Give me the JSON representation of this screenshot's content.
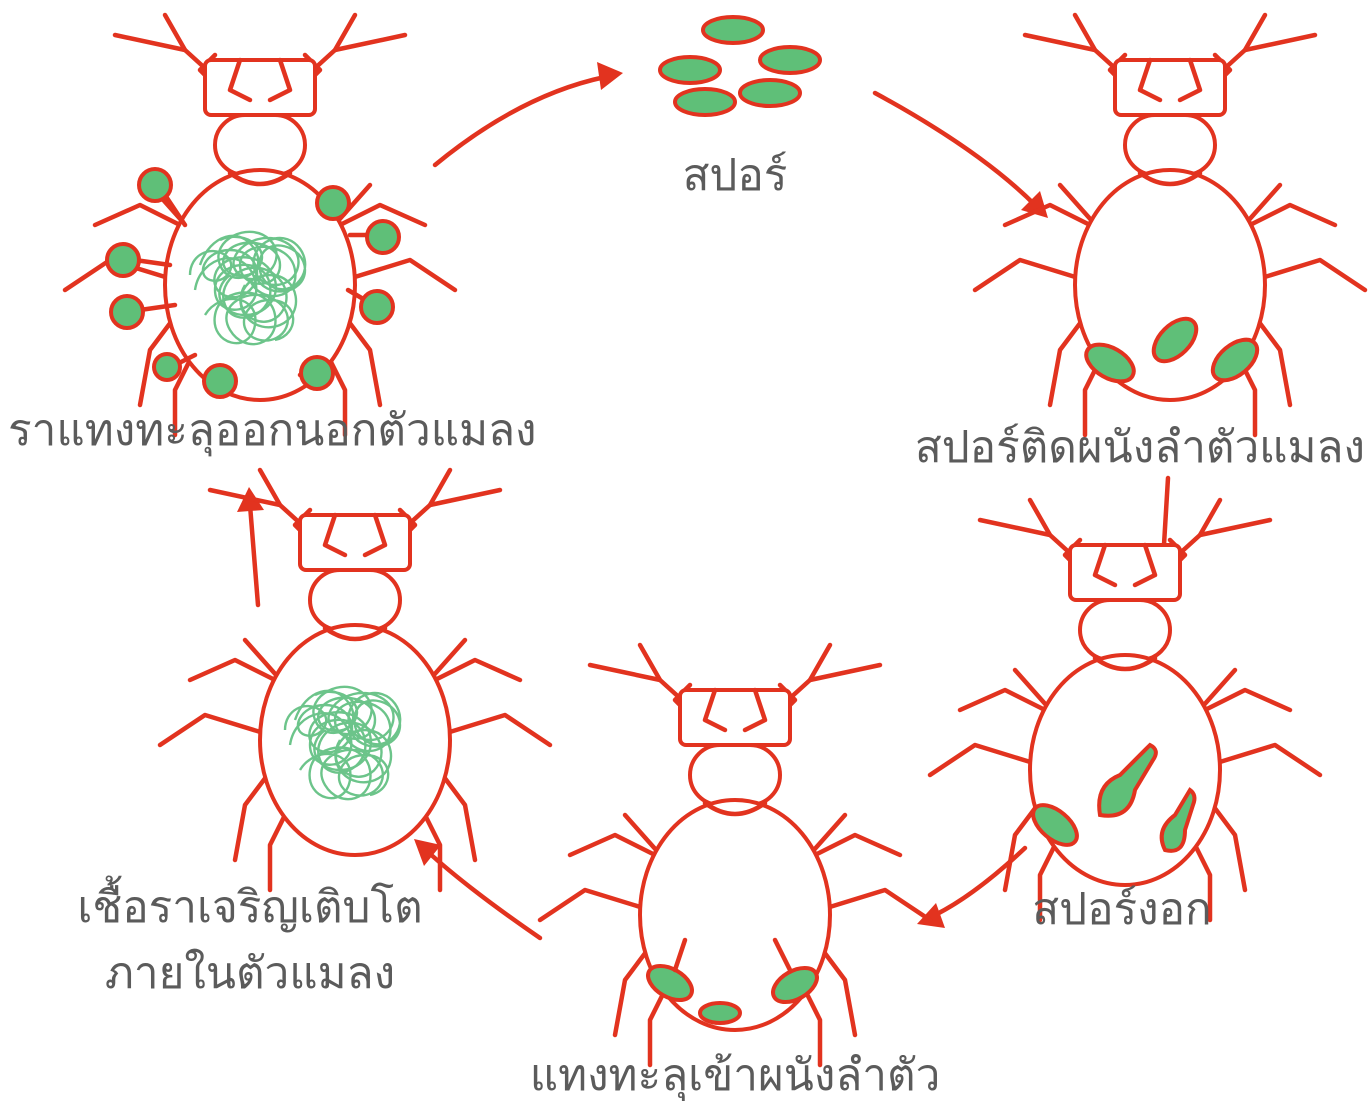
{
  "labels": {
    "spores": "สปอร์",
    "attach": "สปอร์ติดผนังลำตัวแมลง",
    "germinate": "สปอร์งอก",
    "penetrate": "แทงทะลุเข้าผนังลำตัว",
    "grow_line1": "เชื้อราเจริญเติบโต",
    "grow_line2": "ภายในตัวแมลง",
    "emerge": "ราแทงทะลุออกนอกตัวแมลง"
  },
  "colors": {
    "outline": "#e2331f",
    "spore_fill": "#5fbf78",
    "mycelium": "#6cc48a",
    "text": "#5b5b5b"
  }
}
